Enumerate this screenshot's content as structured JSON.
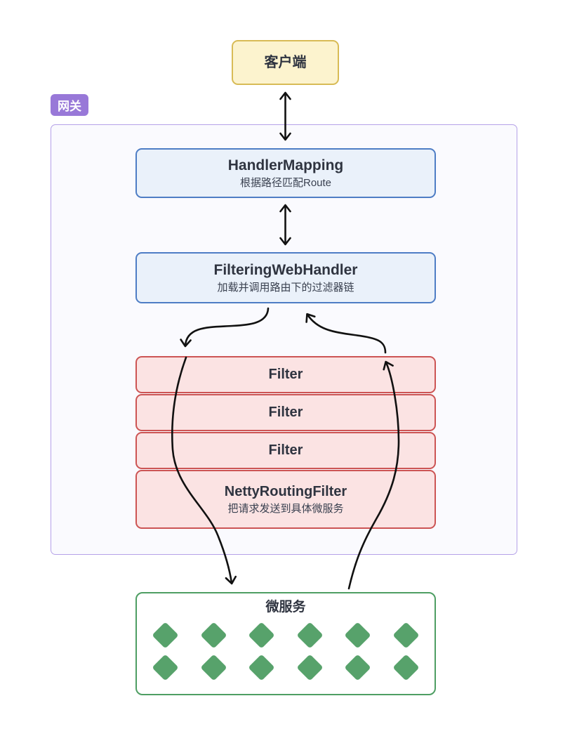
{
  "diagram": {
    "client": {
      "label": "客户端"
    },
    "gateway_badge": "网关",
    "nodes": {
      "handler_mapping": {
        "title": "HandlerMapping",
        "subtitle": "根据路径匹配Route"
      },
      "filtering_web_handler": {
        "title": "FilteringWebHandler",
        "subtitle": "加载并调用路由下的过滤器链"
      },
      "filters": [
        {
          "title": "Filter"
        },
        {
          "title": "Filter"
        },
        {
          "title": "Filter"
        }
      ],
      "netty_routing_filter": {
        "title": "NettyRoutingFilter",
        "subtitle": "把请求发送到具体微服务"
      },
      "microservices": {
        "title": "微服务",
        "instance_rows": 2,
        "instance_cols": 6
      }
    },
    "edges": [
      "client <-> handler_mapping (双向箭头)",
      "handler_mapping <-> filtering_web_handler (双向箭头)",
      "filtering_web_handler -> filter chain (曲线向下)",
      "filter chain -> microservices (曲线向下)",
      "microservices -> filter chain (曲线向上)",
      "filter chain -> filtering_web_handler (曲线向上)"
    ],
    "colors": {
      "client_fill": "#FCF3CE",
      "client_border": "#D8BB56",
      "badge_bg": "#9878D8",
      "container_border": "#B5A1E8",
      "container_fill": "#FAFAFE",
      "blue_fill": "#EAF1FA",
      "blue_border": "#4E7DC5",
      "red_fill": "#FBE3E3",
      "red_border": "#CC5454",
      "green_border": "#4E9E63",
      "diamond_fill": "#57A26B",
      "arrow": "#111111",
      "text": "#2F3440"
    }
  }
}
